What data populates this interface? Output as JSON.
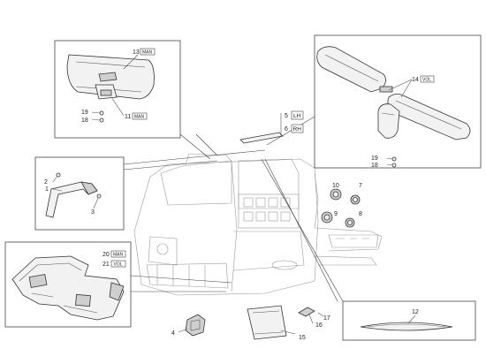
{
  "labels": {
    "p1": "1",
    "p2": "2",
    "p3": "3",
    "p4": "4",
    "p5": "5",
    "p6": "6",
    "p7": "7",
    "p8": "8",
    "p9": "9",
    "p10": "10",
    "p11": "11",
    "p12": "12",
    "p13": "13",
    "p14": "14",
    "p15": "15",
    "p16": "16",
    "p17": "17",
    "p18a": "18",
    "p18b": "18",
    "p19a": "19",
    "p19b": "19",
    "p20": "20",
    "p21": "21"
  },
  "tags": {
    "man": "MAN",
    "vol": "VOL",
    "lh": "LH",
    "rh": "RH"
  }
}
